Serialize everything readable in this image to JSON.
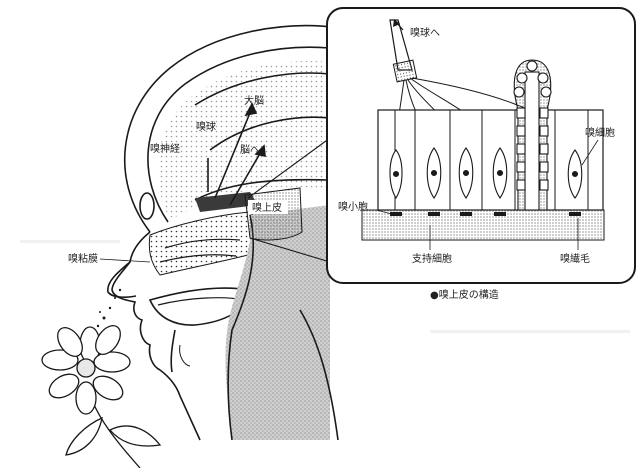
{
  "labels": {
    "olfactory_nerve": "嗅神経",
    "olfactory_bulb": "嗅球",
    "cerebrum": "大脳",
    "to_brain": "脳へ",
    "olfactory_epithelium": "嗅上皮",
    "nasal_cavity": "嗅粘膜",
    "inset_to_bulb": "嗅球へ",
    "olfactory_cell": "嗅細胞",
    "olfactory_vesicle": "嗅小胞",
    "supporting_cell": "支持細胞",
    "olfactory_cilia": "嗅繊毛"
  },
  "caption": "●嗅上皮の構造",
  "colors": {
    "ink": "#1a1a1a",
    "paper": "#ffffff",
    "shade": "#bdbdbd"
  }
}
